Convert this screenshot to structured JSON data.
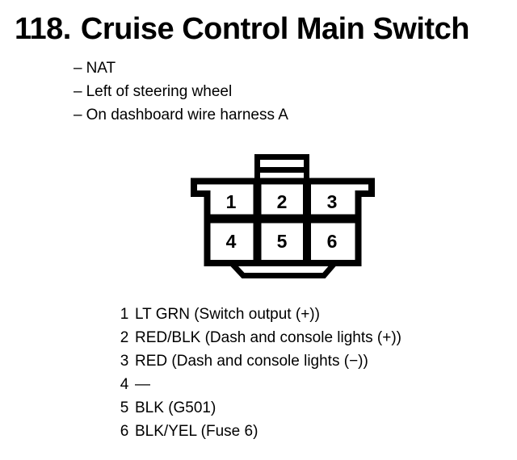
{
  "page": {
    "background_color": "#ffffff",
    "ink_color": "#000000"
  },
  "header": {
    "number": "118.",
    "title": "Cruise Control Main Switch"
  },
  "notes": {
    "bullet": "–",
    "items": [
      {
        "text": "NAT"
      },
      {
        "text": "Left of steering wheel"
      },
      {
        "text": "On dashboard wire harness A"
      }
    ]
  },
  "connector": {
    "description": "6-pin connector, cavity view with top latch tab and bottom keyway",
    "pins": [
      {
        "number": "1"
      },
      {
        "number": "2"
      },
      {
        "number": "3"
      },
      {
        "number": "4"
      },
      {
        "number": "5"
      },
      {
        "number": "6"
      }
    ]
  },
  "legend": {
    "items": [
      {
        "number": "1",
        "text": "LT GRN (Switch output (+))"
      },
      {
        "number": "2",
        "text": "RED/BLK (Dash and console lights (+))"
      },
      {
        "number": "3",
        "text": "RED (Dash and console lights (−))"
      },
      {
        "number": "4",
        "text": "—"
      },
      {
        "number": "5",
        "text": "BLK (G501)"
      },
      {
        "number": "6",
        "text": "BLK/YEL (Fuse 6)"
      }
    ]
  }
}
